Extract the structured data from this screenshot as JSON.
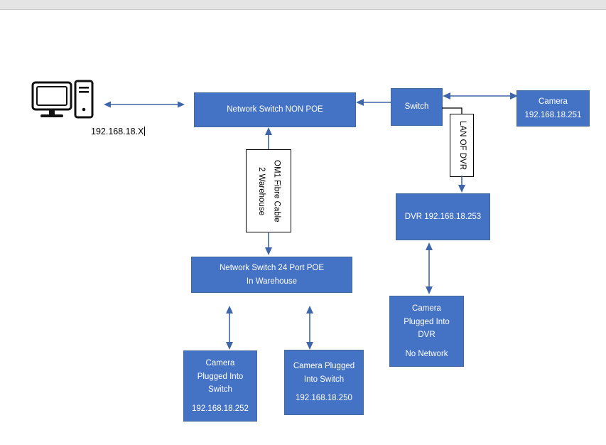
{
  "app": {
    "toolbar_strip": "",
    "canvas_background": "#FFFFFF",
    "accent_color": "#4472C4",
    "connector_color": "#3E66A8"
  },
  "labels": {
    "workstation_ip": "192.168.18.X"
  },
  "nodes": {
    "network_switch_non_poe": {
      "line1": "Network Switch NON POE"
    },
    "switch": {
      "line1": "Switch"
    },
    "camera_top_right": {
      "line1": "Camera",
      "line2": "192.168.18.251"
    },
    "dvr": {
      "line1": "DVR 192.168.18.253"
    },
    "camera_plugged_into_dvr": {
      "line1": "Camera",
      "line2": "Plugged Into",
      "line3": "DVR",
      "line4": "No Network"
    },
    "network_switch_24_port_poe": {
      "line1": "Network Switch 24 Port POE",
      "line2": "In Warehouse"
    },
    "camera_plugged_into_switch_252": {
      "line1": "Camera",
      "line2": "Plugged Into",
      "line3": "Switch",
      "line4": "192.168.18.252"
    },
    "camera_plugged_into_switch_250": {
      "line1": "Camera Plugged",
      "line2": "Into Switch",
      "line3": "192.168.18.250"
    },
    "fibre_cable": {
      "line1": "OM1 Fibre Cable",
      "line2": "2 Warehouse"
    },
    "lan_of_dvr": {
      "line1": "LAN OF DVR"
    }
  },
  "icons": {
    "workstation": "desktop-computer-icon"
  }
}
